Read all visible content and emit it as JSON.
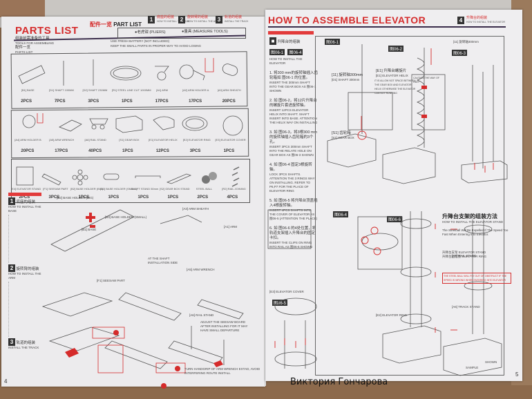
{
  "left_page": {
    "title": "PARTS LIST",
    "subtitle_cn": "配件一览",
    "subtitle_en": "PART LIST",
    "steps": [
      {
        "num": "1",
        "cn": "底座的组装",
        "en": "HOW TO INSTALL THE BASE"
      },
      {
        "num": "2",
        "cn": "旋转臂的组装",
        "en": "HOW TO INSTALL THE ARM"
      },
      {
        "num": "3",
        "cn": "轨道的组装",
        "en": "INSTALL THE TRACK"
      }
    ],
    "tools": {
      "heading_cn": "组装前需准备的工具",
      "heading_en": "TOOLS FOR ASSEMBLING",
      "pliers": "●老虎钳 (PLIERS)",
      "measure": "●量具 (MEASURE TOOLS)",
      "parts_list_cn": "配件一览",
      "parts_list_en": "PARTS LIST",
      "battery_note": "USE FRESH BATTERY (NOT INCLUDED)",
      "small_parts_note": "KEEP THE SMALL PARTS IN PROPER WAY TO AVOID LOSING"
    },
    "row1": [
      {
        "label": "[B1] BASE",
        "count": "2PCS"
      },
      {
        "label": "[D1] SHAFT 100MM",
        "count": "7PCS"
      },
      {
        "label": "[D2] SHAFT 230MM",
        "count": "3PCS"
      },
      {
        "label": "[R1] STEEL LINE CUT 1000MM",
        "count": "1PCS"
      },
      {
        "label": "[A1] ARM",
        "count": "17PCS"
      },
      {
        "label": "[A2] ARM HOLDER A",
        "count": "17PCS"
      },
      {
        "label": "[A3] ARM SHEATH",
        "count": "20PCS"
      }
    ],
    "row2": [
      {
        "label": "[A4] ARM HOLDER B",
        "count": "20PCS"
      },
      {
        "label": "[A5] ARM WRENCH",
        "count": "17PCS"
      },
      {
        "label": "[A6] RAIL STAND",
        "count": "40PCS"
      },
      {
        "label": "[S1] GEAR BOX",
        "count": "1PCS"
      },
      {
        "label": "[E1] ELEVATOR HELIX",
        "count": "12PCS"
      },
      {
        "label": "[E2] ELEVATOR RING",
        "count": "3PCS"
      },
      {
        "label": "[E3] ELEVATOR COVER",
        "count": "1PCS"
      }
    ],
    "row3": [
      {
        "label": "[E4] ELEVATOR STAND",
        "count": "2PCS"
      },
      {
        "label": "[F1] SEESAW PART",
        "count": "3PCS"
      },
      {
        "label": "[B2] BASE HOLDER (BIG)",
        "count": "1PCS"
      },
      {
        "label": "[B3] BASE HOLDER (SMALL)",
        "count": "1PCS"
      },
      {
        "label": "SHAFT STAND 50mm",
        "count": "1PCS"
      },
      {
        "label": "[S2] GEAR BOX STAND",
        "count": "1PCS"
      },
      {
        "label": "STEEL BALL",
        "count": "2PCS"
      },
      {
        "label": "[R2] RAIL JOINING",
        "count": "4PCS"
      }
    ],
    "instructions": [
      {
        "num": "1",
        "cn": "底座的组装",
        "en": "HOW TO INSTALL THE BASE"
      },
      {
        "num": "2",
        "cn": "旋转臂的组装",
        "en": "HOW TO INSTALL THE ARM"
      },
      {
        "num": "3",
        "cn": "轨道的组装",
        "en": "INSTALL THE TRACK"
      }
    ],
    "callouts": {
      "base_holder_big": "[B2] BASE HOLDER (BIG)",
      "base_holder_small": "[B3] BASE HOLDER (SMALL)",
      "base": "[B1] BASE",
      "arm_sheath": "[A3] ARM SHEATH",
      "arm": "[A1] ARM",
      "arm_wrench": "[A5] ARM WRENCH",
      "rail_stand": "[A6] RAIL STAND",
      "seesaw_part": "[F1] SEESAW PART",
      "shaft_side": "AT THE SHAFT INSTALLATION SIDE",
      "seesaw_note": "ADJUST THE SEESAW BOARD AFTER INSTALLING FOR IT MAY HAVE SMALL DEPARTURE",
      "wrench_note": "TURN HANDGRIP OF ARM WRENCH EXTAD, AVOID INTERFERING ROUTE INSTALL"
    },
    "page_number": "4"
  },
  "right_page": {
    "title": "HOW TO ASSEMBLE ELEVATOR",
    "step_badge": {
      "num": "4",
      "cn": "升降台的组装",
      "en": "HOW TO INSTALL THE ELEVATOR"
    },
    "intro": {
      "cn": "升降台的组装",
      "tags": [
        "图06-1",
        "图06-4"
      ],
      "en": "HOW TO INSTALL THE ELEVATOR"
    },
    "steps": [
      {
        "n": "1.",
        "cn": "将300 mm的旋转轴插入齿轮箱如 图06-1 的位置。",
        "en": "INSERT THE 300mm SHAFT INTO THE GEAR BOX AS 图06-1 SHOWN"
      },
      {
        "n": "2.",
        "cn": "如 图06-2，将12片升降台的螺旋片套进旋转轴。",
        "en": "INSERT 12PCS ELEVATOR HELIX INTO SHAFT. SHAFT INSERT INTO BASE. ATTENTION THE HELIX WAY ON INSTALLING"
      },
      {
        "n": "3.",
        "cn": "如 图06-3，将3根300 mm的旋转轴插入齿轮箱的3个孔。",
        "en": "INSERT 3PCS 300mm SHAFT INTO THE RELATE HOLE ON GEAR BOX AS 图06-3 SHOWN"
      },
      {
        "n": "4.",
        "cn": "如 图06-4 固定3根旋转轴。",
        "en": "LOCK 3PCS SHAFTS. ATTENTION THE 3 RINGS WAY ON INSTALLING. REFER TO P6,P7 FOR THE PLACE OF ELEVATOR RING"
      },
      {
        "n": "5.",
        "cn": "如 图06-5 将升降台顶盖插入4根旋转轴。",
        "en": "INSERT 4PCS SHAFTS INTO THE COVER OF ELEVATOR AS 图06-5 (ATTENTION THE PLACE)"
      },
      {
        "n": "6.",
        "cn": "如 图06-6 的4处位置，将轨道支架插入升降台的固定卡扣。",
        "en": "INSERT THE CLIPS ON RING INTO RAIL AS 图06-6 SHOWN"
      }
    ],
    "figures": [
      "图06-1",
      "图06-2",
      "图06-3",
      "图06-4",
      "图06-5",
      "图06-6"
    ],
    "callouts": {
      "shaft_300": "[11] 旋转轴300mm",
      "shaft_300_en": "[D1] SHAFT 300mm",
      "gear_box": "[S1] 齿轮箱",
      "gear_box_en": "[S1] GEAR BOX",
      "helix": "[E1] 升降台螺旋片",
      "helix_en": "[E1] ELEVATOR HELIX",
      "helix_note": "IT IS ALLOW NOT SPACE BETWEEN THE GEAR BOX AND ELEVATOR HELIX OTHERWISE THE ELEVATOR CAN NOT RUNNING",
      "caution": "CAUTION THE WAY OF PART",
      "elevator_cover": "[E3] ELEVATOR COVER",
      "elevator_ring": "[E2] ELEVATOR RING",
      "rail_stand": "[A6] RAIL STAND",
      "track_stand": "[A6] TRACK STAND"
    },
    "side_box": {
      "heading_cn": "升降台支架的组装方法",
      "heading_en": "HOW TO INSTALL THE ELEVATOR STAND",
      "warn_en": "The Steelball Will Be Expelled If The Speed Too Fast When Entering Into Elevator.",
      "stand": "升降台支架 ELEVATOR STAND",
      "ring": "升降台固定圈 ELEVATOR RING",
      "red_note": "THE STEEL BALL WILL FLY OUT OR OBSTRUCT IF THE SPEED IS WRONG WHEN ENTERING INTO ELEVATOR"
    },
    "footer_labels": [
      "SHOWN",
      "SAMPLE"
    ],
    "page_number": "5"
  },
  "watermark": "Виктория Гончарова"
}
